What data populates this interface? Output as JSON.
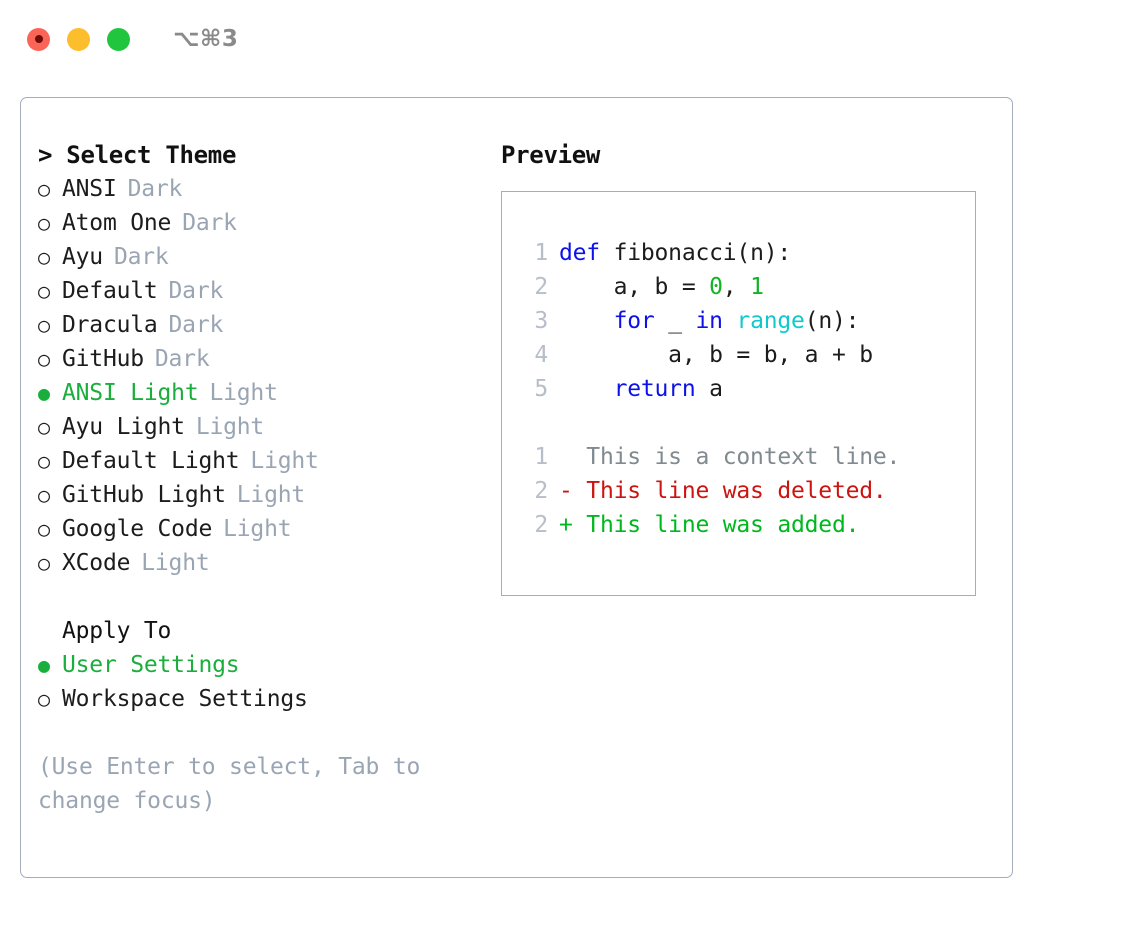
{
  "titlebar": {
    "shortcut": "⌥⌘3",
    "buttons": [
      {
        "name": "close",
        "color": "#fa6557"
      },
      {
        "name": "minimize",
        "color": "#fdbe2e"
      },
      {
        "name": "maximize",
        "color": "#22c53e"
      }
    ]
  },
  "theme_panel": {
    "heading": "> Select Theme",
    "options": [
      {
        "bullet": "○",
        "name": "ANSI",
        "tag": "Dark",
        "selected": false
      },
      {
        "bullet": "○",
        "name": "Atom One",
        "tag": "Dark",
        "selected": false
      },
      {
        "bullet": "○",
        "name": "Ayu",
        "tag": "Dark",
        "selected": false
      },
      {
        "bullet": "○",
        "name": "Default",
        "tag": "Dark",
        "selected": false
      },
      {
        "bullet": "○",
        "name": "Dracula",
        "tag": "Dark",
        "selected": false
      },
      {
        "bullet": "○",
        "name": "GitHub",
        "tag": "Dark",
        "selected": false
      },
      {
        "bullet": "●",
        "name": "ANSI Light",
        "tag": "Light",
        "selected": true
      },
      {
        "bullet": "○",
        "name": "Ayu Light",
        "tag": "Light",
        "selected": false
      },
      {
        "bullet": "○",
        "name": "Default Light",
        "tag": "Light",
        "selected": false
      },
      {
        "bullet": "○",
        "name": "GitHub Light",
        "tag": "Light",
        "selected": false
      },
      {
        "bullet": "○",
        "name": "Google Code",
        "tag": "Light",
        "selected": false
      },
      {
        "bullet": "○",
        "name": "XCode",
        "tag": "Light",
        "selected": false
      }
    ]
  },
  "apply_to": {
    "heading": "Apply To",
    "options": [
      {
        "bullet": "●",
        "name": "User Settings",
        "selected": true
      },
      {
        "bullet": "○",
        "name": "Workspace Settings",
        "selected": false
      }
    ]
  },
  "hint": "(Use Enter to select, Tab to change focus)",
  "preview": {
    "heading": "Preview",
    "code_lines": [
      {
        "num": "1",
        "tokens": [
          {
            "t": "def ",
            "c": "kw"
          },
          {
            "t": "fibonacci(n):",
            "c": "plain"
          }
        ]
      },
      {
        "num": "2",
        "tokens": [
          {
            "t": "    a, b = ",
            "c": "plain"
          },
          {
            "t": "0",
            "c": "num"
          },
          {
            "t": ", ",
            "c": "plain"
          },
          {
            "t": "1",
            "c": "num"
          }
        ]
      },
      {
        "num": "3",
        "tokens": [
          {
            "t": "    ",
            "c": "plain"
          },
          {
            "t": "for",
            "c": "kw"
          },
          {
            "t": " _ ",
            "c": "plain"
          },
          {
            "t": "in",
            "c": "kw"
          },
          {
            "t": " ",
            "c": "plain"
          },
          {
            "t": "range",
            "c": "fn"
          },
          {
            "t": "(n):",
            "c": "plain"
          }
        ]
      },
      {
        "num": "4",
        "tokens": [
          {
            "t": "        a, b = b, a + b",
            "c": "plain"
          }
        ]
      },
      {
        "num": "5",
        "tokens": [
          {
            "t": "    ",
            "c": "plain"
          },
          {
            "t": "return",
            "c": "kw"
          },
          {
            "t": " a",
            "c": "plain"
          }
        ]
      }
    ],
    "diff_lines": [
      {
        "num": "1",
        "text": "  This is a context line.",
        "kind": "ctx"
      },
      {
        "num": "2",
        "text": "- This line was deleted.",
        "kind": "del"
      },
      {
        "num": "2",
        "text": "+ This line was added.",
        "kind": "add"
      }
    ]
  },
  "colors": {
    "accent_green": "#1aaf3c",
    "muted": "#9aa5b4",
    "border": "#a3adbc",
    "keyword": "#0d12e8",
    "number": "#11b424",
    "function": "#0fc9cd",
    "diff_delete": "#cc1410",
    "diff_add": "#00b81e",
    "diff_context": "#808a8f"
  }
}
